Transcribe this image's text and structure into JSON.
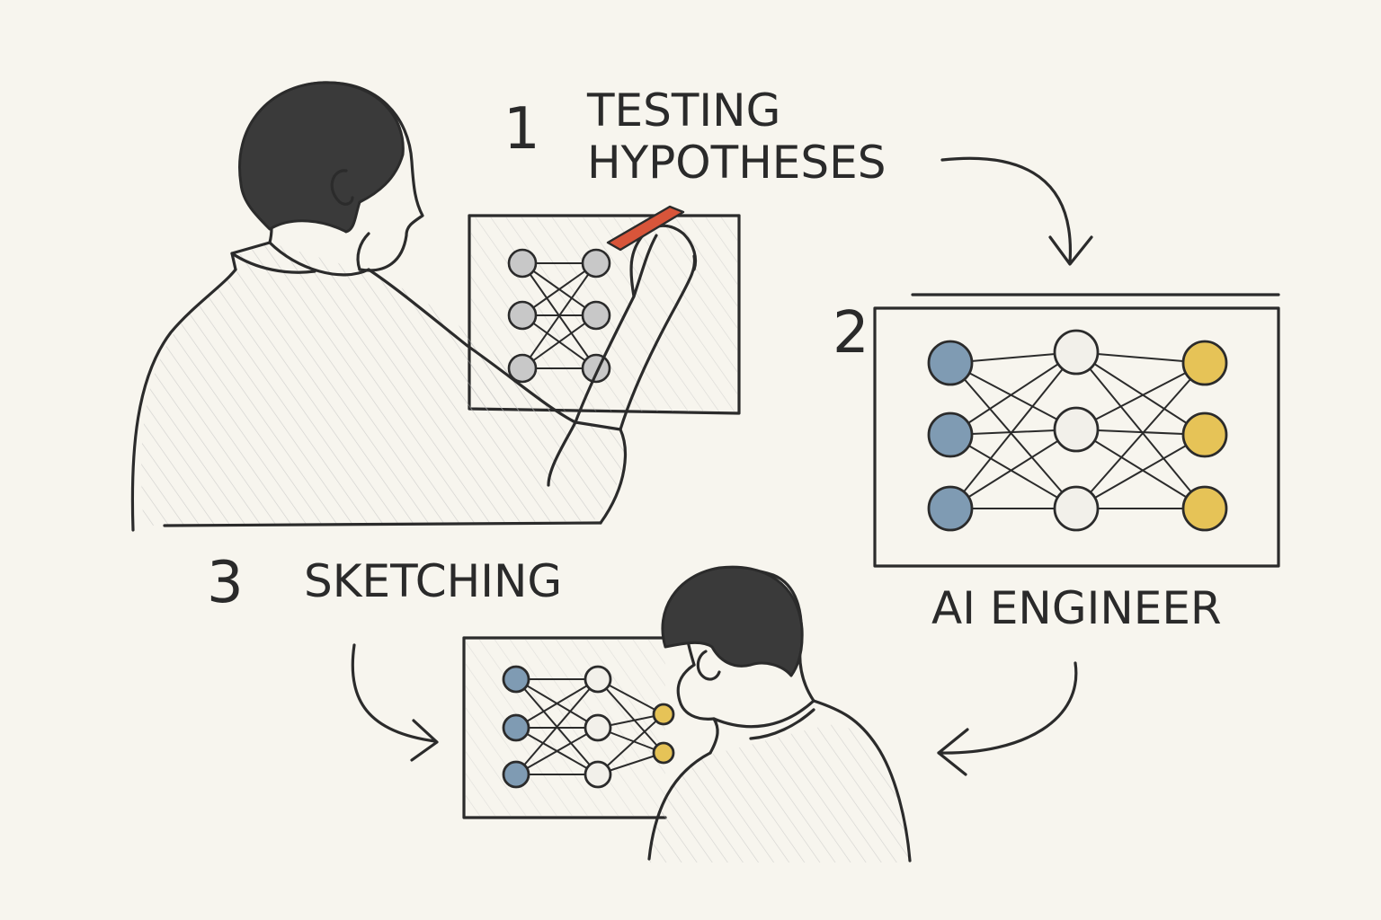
{
  "steps": [
    {
      "number": "1",
      "line1": "TESTING",
      "line2": "HYPOTHESES"
    },
    {
      "number": "2",
      "caption": "AI ENGINEER"
    },
    {
      "number": "3",
      "label": "SKETCHING"
    }
  ],
  "colors": {
    "background": "#f7f5ee",
    "ink": "#2b2b2b",
    "input_node": "#7f9bb3",
    "output_node": "#e6c357",
    "hidden_node": "#f2f0ea",
    "grey_node": "#b8b8b8",
    "marker": "#d8553a"
  },
  "icons": {
    "person_large": "person-at-board-icon",
    "person_small": "person-at-board-icon",
    "network": "neural-network-icon",
    "arrow": "curved-arrow-icon"
  }
}
